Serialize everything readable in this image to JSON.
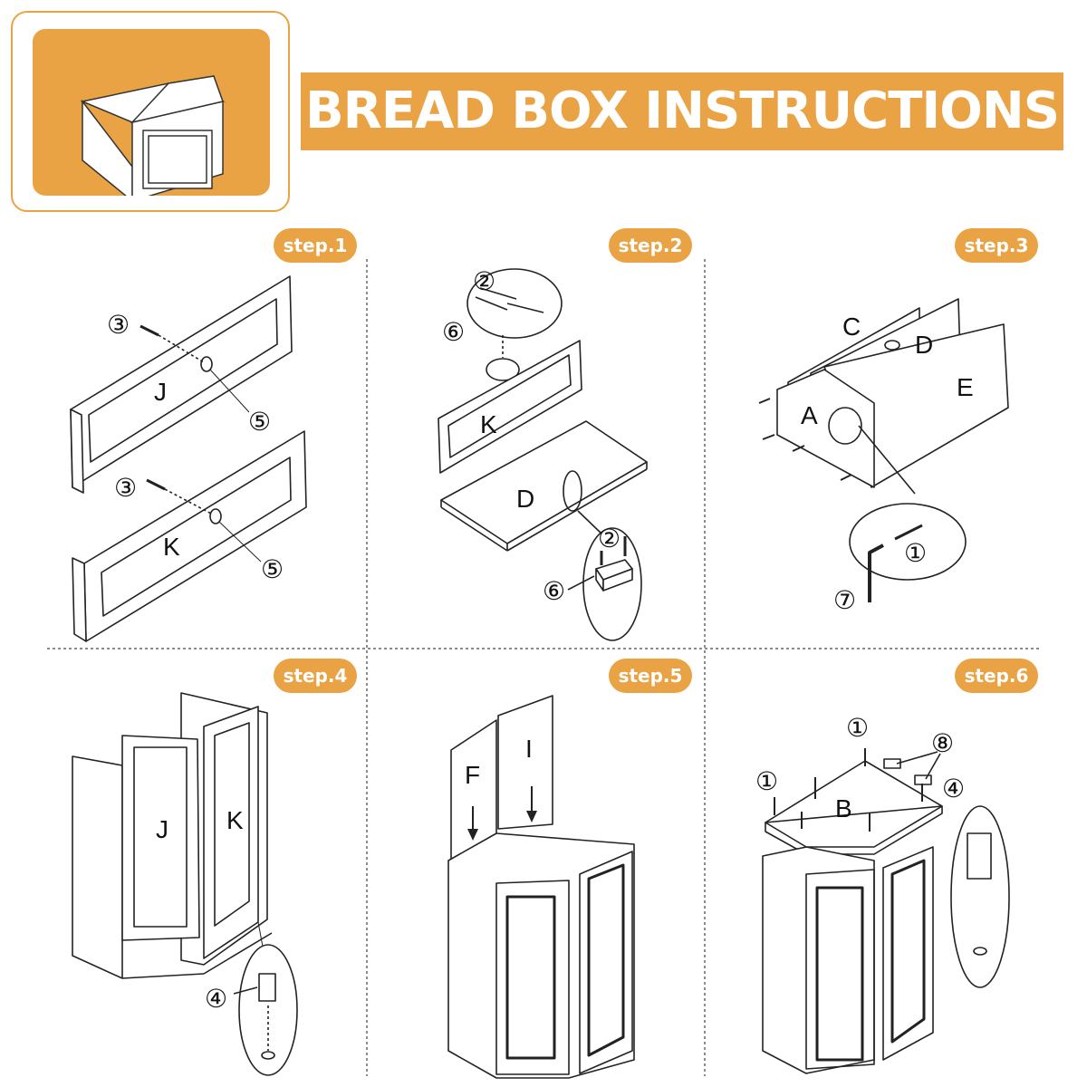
{
  "title": "BREAD BOX INSTRUCTIONS",
  "colors": {
    "accent": "#eaa344",
    "line": "#222222"
  },
  "steps": [
    {
      "badge": "step.1",
      "parts": [
        "J",
        "K"
      ],
      "callouts": [
        "3",
        "5",
        "3",
        "5"
      ]
    },
    {
      "badge": "step.2",
      "parts": [
        "K",
        "D"
      ],
      "callouts": [
        "2",
        "6",
        "2",
        "6"
      ]
    },
    {
      "badge": "step.3",
      "parts": [
        "C",
        "D",
        "E",
        "A"
      ],
      "callouts": [
        "1",
        "7"
      ]
    },
    {
      "badge": "step.4",
      "parts": [
        "J",
        "K"
      ],
      "callouts": [
        "4"
      ]
    },
    {
      "badge": "step.5",
      "parts": [
        "F",
        "I"
      ],
      "callouts": []
    },
    {
      "badge": "step.6",
      "parts": [
        "B"
      ],
      "callouts": [
        "1",
        "1",
        "8",
        "4"
      ]
    }
  ],
  "circled_glyphs": {
    "1": "①",
    "2": "②",
    "3": "③",
    "4": "④",
    "5": "⑤",
    "6": "⑥",
    "7": "⑦",
    "8": "⑧"
  }
}
